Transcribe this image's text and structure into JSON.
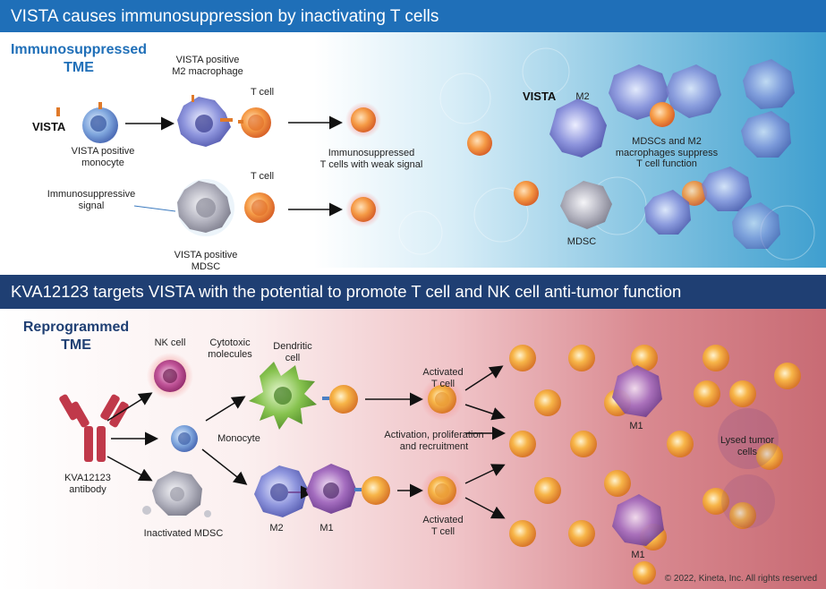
{
  "top": {
    "banner": "VISTA causes immunosuppression by inactivating T cells",
    "tme_label": "Immunosuppressed\nTME",
    "vista": "VISTA",
    "vista_monocyte": "VISTA positive\nmonocyte",
    "m2_macrophage": "VISTA positive\nM2 macrophage",
    "t_cell_1": "T cell",
    "t_cell_2": "T cell",
    "immunosuppressive_signal": "Immunosuppressive\nsignal",
    "vista_mdsc": "VISTA positive\nMDSC",
    "weak_signal": "Immunosuppressed\nT cells with weak signal",
    "vista_right": "VISTA",
    "m2": "M2",
    "mdsc": "MDSC",
    "suppress_note": "MDSCs and M2\nmacrophages suppress\nT cell function"
  },
  "bottom": {
    "banner": "KVA12123 targets VISTA with the potential to promote T cell and NK cell anti-tumor function",
    "tme_label": "Reprogrammed\nTME",
    "nk_cell": "NK cell",
    "cytotoxic": "Cytotoxic\nmolecules",
    "dendritic": "Dendritic\ncell",
    "monocyte": "Monocyte",
    "antibody": "KVA12123\nantibody",
    "inactivated_mdsc": "Inactivated MDSC",
    "m2": "M2",
    "m1": "M1",
    "activated_1": "Activated\nT cell",
    "activated_2": "Activated\nT cell",
    "activation_note": "Activation, proliferation\nand recruitment",
    "m1_right_1": "M1",
    "m1_right_2": "M1",
    "lysed": "Lysed tumor\ncells",
    "copyright": "© 2022, Kineta, Inc. All rights reserved"
  },
  "colors": {
    "top_banner": "#1f6fb8",
    "bottom_banner": "#1f3f73",
    "t_cell": "#f08a3c",
    "macrophage": "#6f78c9",
    "mdsc": "#9a9aa6",
    "antibody": "#c0394a",
    "dendritic": "#6aa83a",
    "nk": "#b0367a"
  }
}
